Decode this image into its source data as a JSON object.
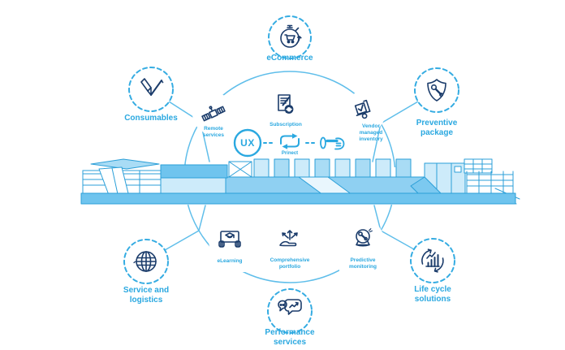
{
  "diagram": {
    "accent_color": "#2AA8E0",
    "navy_color": "#1B3C6B",
    "machine_color": "#7CC9F0",
    "machine_name": "printing-press",
    "outer_nodes": [
      {
        "id": "ecommerce",
        "label": "eCommerce",
        "icon": "stopwatch-cart-icon"
      },
      {
        "id": "consumables",
        "label": "Consumables",
        "icon": "ink-tube-blade-icon"
      },
      {
        "id": "preventive-package",
        "label": "Preventive package",
        "icon": "shield-wrench-icon"
      },
      {
        "id": "service-logistics",
        "label": "Service and logistics",
        "icon": "globe-icon"
      },
      {
        "id": "life-cycle-solutions",
        "label": "Life cycle solutions",
        "icon": "chart-cycle-icon"
      },
      {
        "id": "performance-services",
        "label": "Performance services",
        "icon": "chat-chart-icon"
      }
    ],
    "inner_nodes": [
      {
        "id": "remote-services",
        "label": "Remote services",
        "icon": "satellite-icon"
      },
      {
        "id": "subscription",
        "label": "Subscription",
        "icon": "document-refresh-icon"
      },
      {
        "id": "vendor-managed-inventory",
        "label": "Vendor managed inventory",
        "icon": "hand-truck-icon"
      },
      {
        "id": "elearning",
        "label": "eLearning",
        "icon": "tablet-graduation-icon"
      },
      {
        "id": "comprehensive-portfolio",
        "label": "Comprehensive portfolio",
        "icon": "hand-arrows-icon"
      },
      {
        "id": "predictive-monitoring",
        "label": "Predictive monitoring",
        "icon": "crystal-ball-wrench-icon"
      }
    ],
    "center": {
      "ux_label": "UX",
      "workflow_label": "Prinect"
    }
  }
}
